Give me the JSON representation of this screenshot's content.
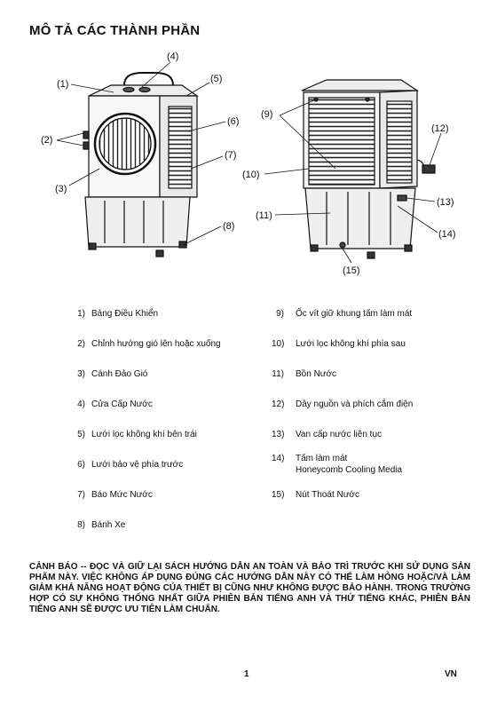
{
  "heading": "MÔ TẢ CÁC THÀNH PHẦN",
  "figure": {
    "front_callouts": [
      "(1)",
      "(2)",
      "(3)",
      "(4)",
      "(5)",
      "(6)",
      "(7)",
      "(8)"
    ],
    "rear_callouts": [
      "(9)",
      "(10)",
      "(11)",
      "(12)",
      "(13)",
      "(14)",
      "(15)"
    ]
  },
  "parts_left": [
    {
      "num": "1)",
      "label": "Bảng Điều Khiển"
    },
    {
      "num": "2)",
      "label": "Chỉnh hướng gió lên hoặc xuống"
    },
    {
      "num": "3)",
      "label": "Cánh Đảo Gió"
    },
    {
      "num": "4)",
      "label": "Cửa Cấp Nước"
    },
    {
      "num": "5)",
      "label": "Lưới lọc không khí bên trái"
    },
    {
      "num": "6)",
      "label": "Lưới bảo vệ phía trước"
    },
    {
      "num": "7)",
      "label": "Báo Mức Nước"
    },
    {
      "num": "8)",
      "label": "Bánh Xe"
    }
  ],
  "parts_right": [
    {
      "num": "9)",
      "label": "Ốc vít giữ khung tấm làm mát"
    },
    {
      "num": "10)",
      "label": "Lưới lọc không khí phía sau"
    },
    {
      "num": "11)",
      "label": "Bồn Nước"
    },
    {
      "num": "12)",
      "label": "Dây nguồn và phích cắm điện"
    },
    {
      "num": "13)",
      "label": "Van cấp nước liên tục"
    },
    {
      "num": "14)",
      "label": "Tấm làm mát",
      "label2": "Honeycomb Cooling Media"
    },
    {
      "num": "15)",
      "label": "Nút Thoát Nước"
    }
  ],
  "warning": "CẢNH BÁO -- ĐỌC VÀ GIỮ LẠI SÁCH HƯỚNG DẪN AN TOÀN VÀ BẢO TRÌ TRƯỚC KHI SỬ DỤNG SẢN PHẨM NÀY. VIỆC KHÔNG ÁP DỤNG ĐÚNG CÁC HƯỚNG DẪN NÀY CÓ THỂ LÀM HỎNG HOẶC/VÀ LÀM GIẢM KHẢ NĂNG HOẠT ĐỘNG CỦA THIẾT BỊ CŨNG NHƯ KHÔNG ĐƯỢC BẢO HÀNH. TRONG TRƯỜNG HỢP CÓ SỰ KHÔNG THỐNG NHẤT GIỮA PHIÊN BẢN TIẾNG ANH VÀ THỨ TIẾNG KHÁC, PHIÊN BẢN TIẾNG ANH SẼ ĐƯỢC ƯU TIÊN LÀM CHUẨN.",
  "footer": {
    "page": "1",
    "lang": "VN"
  }
}
